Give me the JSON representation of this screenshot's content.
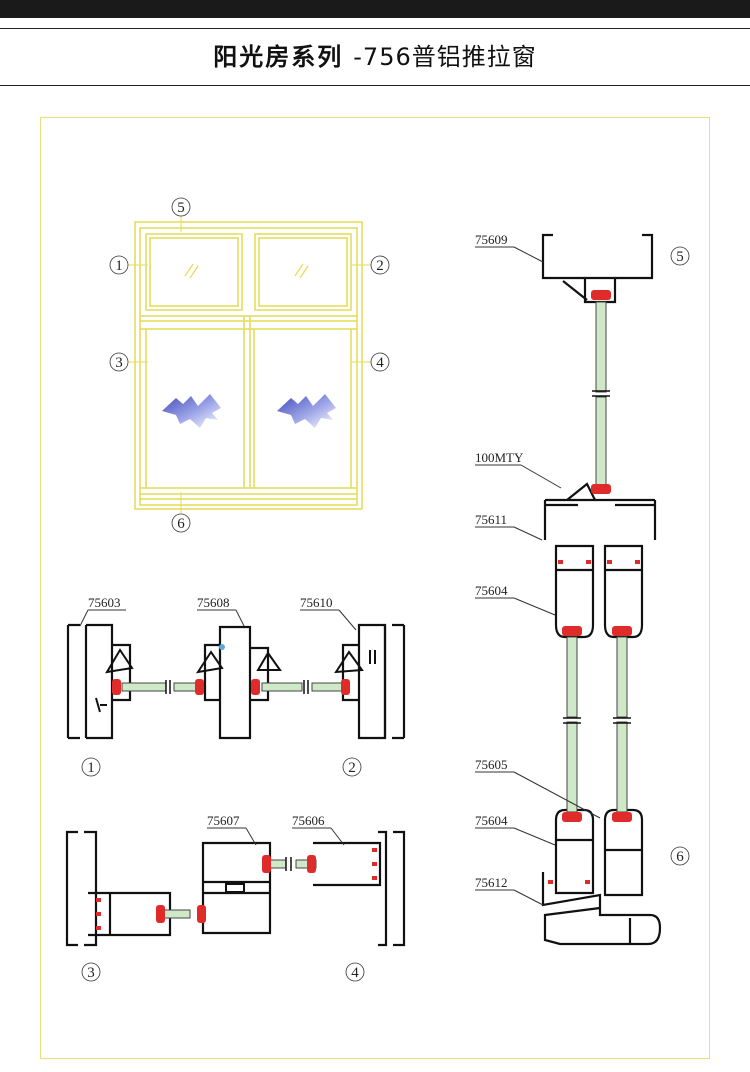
{
  "header": {
    "title_main": "阳光房系列",
    "title_sub": "-756普铝推拉窗"
  },
  "elevation": {
    "callouts": [
      "5",
      "1",
      "2",
      "3",
      "4",
      "6"
    ]
  },
  "sections": {
    "top_left": {
      "profiles": [
        "75603",
        "75608",
        "75610"
      ],
      "callouts": [
        "1",
        "2"
      ]
    },
    "bottom_left": {
      "profiles": [
        "75607",
        "75606"
      ],
      "callouts": [
        "3",
        "4"
      ]
    },
    "vertical": {
      "profiles": [
        "75609",
        "100MTY",
        "75611",
        "75604",
        "75605",
        "75604",
        "75612"
      ],
      "callouts": [
        "5",
        "6"
      ]
    }
  },
  "colors": {
    "frame_outline": "#e7e07c",
    "gasket": "#e02b2b",
    "glass": "#cfe8c8",
    "profile_stroke": "#111111"
  }
}
